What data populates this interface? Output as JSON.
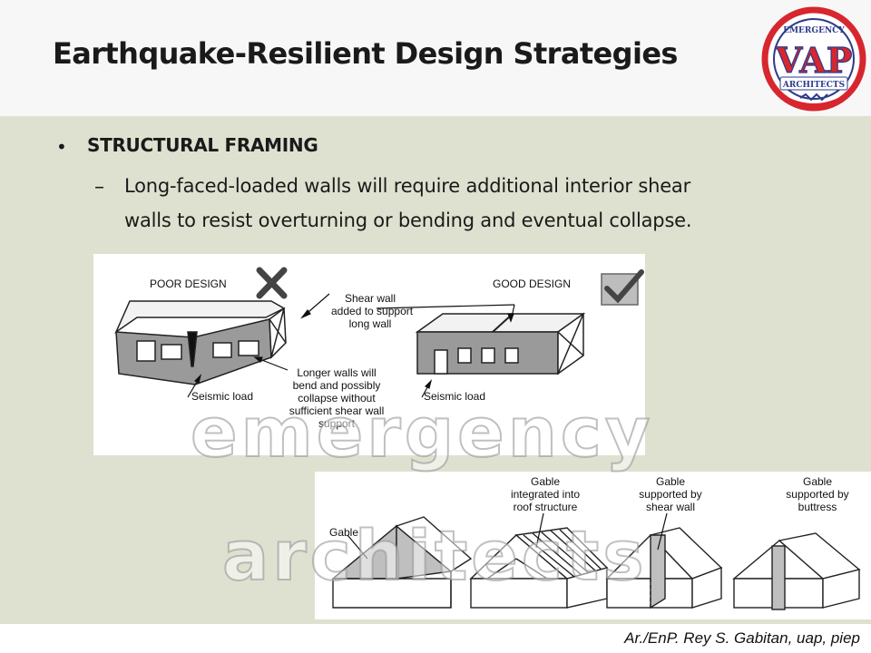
{
  "slide": {
    "title": "Earthquake-Resilient Design Strategies",
    "bullet": "STRUCTURAL FRAMING",
    "sub_bullet_line1": "Long-faced-loaded walls will require additional interior shear",
    "sub_bullet_line2": "walls to resist overturning or bending and eventual collapse."
  },
  "figure_walls": {
    "poor_label": "POOR DESIGN",
    "good_label": "GOOD DESIGN",
    "shear_wall_note": [
      "Shear wall",
      "added to support",
      "long wall"
    ],
    "longer_walls_note": [
      "Longer walls will",
      "bend and possibly",
      "collapse without",
      "sufficient shear wall",
      "support"
    ],
    "seismic_left": "Seismic load",
    "seismic_right": "Seismic load"
  },
  "figure_gables": {
    "gable": "Gable",
    "integrated": [
      "Gable",
      "integrated into",
      "roof structure"
    ],
    "shear": [
      "Gable",
      "supported by",
      "shear wall"
    ],
    "buttress": [
      "Gable",
      "supported by",
      "buttress"
    ]
  },
  "logo": {
    "top_text": "EMERGENCY",
    "letters": "VAP",
    "bottom_text": "ARCHITECTS"
  },
  "watermark": {
    "line1": "emergency",
    "line2": "architects"
  },
  "footer": {
    "credit": "Ar./EnP. Rey S. Gabitan, uap, piep"
  },
  "colors": {
    "content_bg": "#dfe1d0",
    "logo_red": "#d7262e",
    "logo_blue": "#2b3a8c"
  }
}
